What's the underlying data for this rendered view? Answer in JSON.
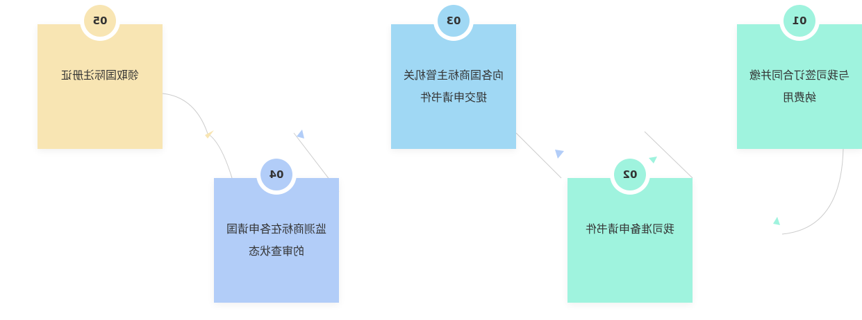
{
  "colors": {
    "connector": "#cccccc",
    "teal": "#9ff3de",
    "blue": "#a0d8f4",
    "periwinkle": "#b2cdf8",
    "yellow": "#f8e5b3"
  },
  "steps": [
    {
      "number": "01",
      "lines": [
        "与我司签订合同并缴",
        "纳费用"
      ],
      "color": "#9ff3de",
      "badge_color": "#9ff3de"
    },
    {
      "number": "02",
      "lines": [
        "我司准备申请书件"
      ],
      "color": "#9ff3de",
      "badge_color": "#9ff3de"
    },
    {
      "number": "03",
      "lines": [
        "向各国商标主管机关",
        "提交申请书件"
      ],
      "color": "#a0d8f4",
      "badge_color": "#a0d8f4"
    },
    {
      "number": "04",
      "lines": [
        "监测商标在各申请国",
        "的审查状态"
      ],
      "color": "#b2cdf8",
      "badge_color": "#b2cdf8"
    },
    {
      "number": "05",
      "lines": [
        "领取国际注册证"
      ],
      "color": "#f8e5b3",
      "badge_color": "#f8e5b3"
    }
  ]
}
